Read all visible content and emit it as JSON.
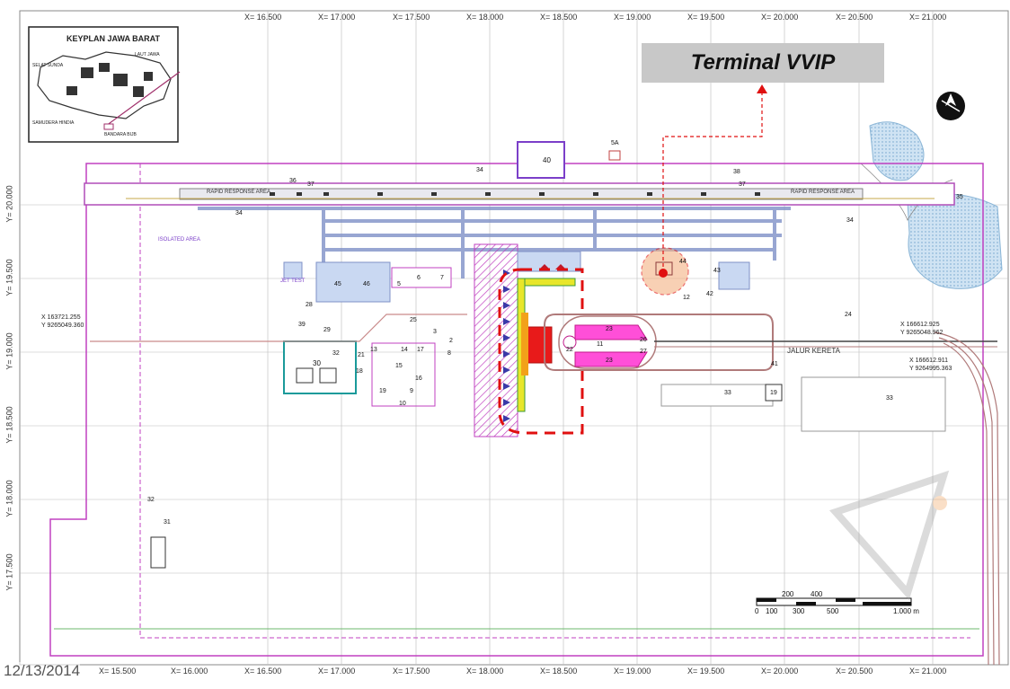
{
  "banner": {
    "label": "Terminal VVIP"
  },
  "date_stamp": "12/13/2014",
  "keyplan": {
    "title": "KEYPLAN JAWA BARAT",
    "labels": [
      "LAUT JAWA",
      "SELAT SUNDA",
      "SAMUDERA HINDIA",
      "BANDARA BIJB"
    ]
  },
  "grid": {
    "x_top": [
      "X= 16.500",
      "X= 17.000",
      "X= 17.500",
      "X= 18.000",
      "X= 18.500",
      "X= 19.000",
      "X= 19.500",
      "X= 20.000",
      "X= 20.500",
      "X= 21.000"
    ],
    "x_bottom": [
      "X= 15.500",
      "X= 16.000",
      "X= 16.500",
      "X= 17.000",
      "X= 17.500",
      "X= 18.000",
      "X= 18.500",
      "X= 19.000",
      "X= 19.500",
      "X= 20.000",
      "X= 20.500",
      "X= 21.000"
    ],
    "y_left": [
      "Y= 20.000",
      "Y= 19.500",
      "Y= 19.000",
      "Y= 18.500",
      "Y= 18.000",
      "Y= 17.500"
    ]
  },
  "coords": {
    "left": [
      "X 163721.255",
      "Y 9265049.360"
    ],
    "right_top": [
      "X 166612.925",
      "Y 9265048.962"
    ],
    "right_mid": [
      "X 166612.911",
      "Y 9264995.363"
    ]
  },
  "areas": {
    "rapid_left": "RAPID RESPONSE AREA",
    "rapid_right": "RAPID RESPONSE AREA",
    "isolated": "ISOLATED AREA",
    "jet_test": "JET TEST",
    "jalur": "JALUR KERETA"
  },
  "numbers": [
    "40",
    "5A",
    "34",
    "36",
    "37",
    "38",
    "37",
    "35",
    "34",
    "34",
    "45",
    "46",
    "5",
    "6",
    "7",
    "28",
    "39",
    "29",
    "25",
    "3",
    "2",
    "8",
    "30",
    "32",
    "13",
    "21",
    "18",
    "14",
    "17",
    "15",
    "16",
    "19",
    "9",
    "10",
    "23",
    "23",
    "11",
    "22",
    "26",
    "27",
    "44",
    "43",
    "42",
    "12",
    "24",
    "41",
    "19",
    "33",
    "33",
    "32",
    "31"
  ],
  "scale": {
    "top": [
      "200",
      "400"
    ],
    "bottom": [
      "0",
      "100",
      "300",
      "500",
      "1.000 m"
    ]
  },
  "colors": {
    "terminal": "#d81b60",
    "terminal_fill": "#ff4fd8",
    "runway_outline": "#b04db8",
    "boundary": "#c040c0",
    "road": "#c98a8a",
    "apron": "#8a7dc9",
    "red_dashed": "#e01010",
    "vvip_circle": "#f4b183",
    "water": "#9ec7e6",
    "banner": "#c8c8c8"
  },
  "icons": [
    "compass-north-icon",
    "airplane-icon",
    "jet-icon"
  ]
}
